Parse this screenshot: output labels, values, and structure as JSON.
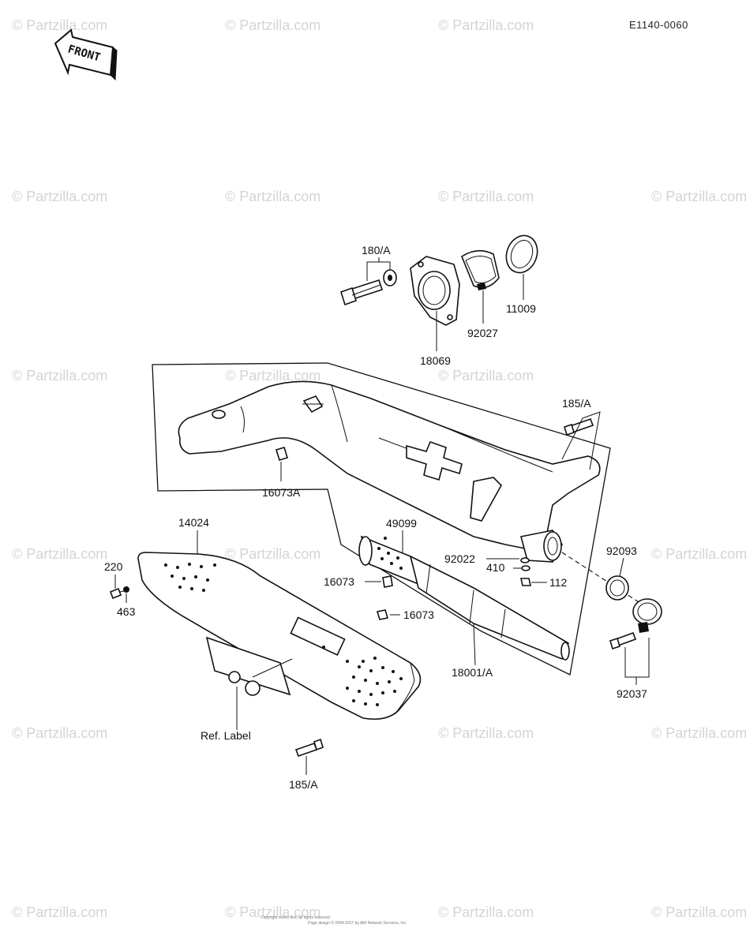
{
  "diagram": {
    "code": "E1140-0060",
    "front_label": "FRONT",
    "parts": [
      {
        "id": "p180a",
        "label": "180/A"
      },
      {
        "id": "p18069",
        "label": "18069"
      },
      {
        "id": "p92027",
        "label": "92027"
      },
      {
        "id": "p11009",
        "label": "11009"
      },
      {
        "id": "p185a_top",
        "label": "185/A"
      },
      {
        "id": "p16073a",
        "label": "16073A"
      },
      {
        "id": "p14024",
        "label": "14024"
      },
      {
        "id": "p49099",
        "label": "49099"
      },
      {
        "id": "p92022",
        "label": "92022"
      },
      {
        "id": "p410",
        "label": "410"
      },
      {
        "id": "p112",
        "label": "112"
      },
      {
        "id": "p92093",
        "label": "92093"
      },
      {
        "id": "p220",
        "label": "220"
      },
      {
        "id": "p463",
        "label": "463"
      },
      {
        "id": "p16073_a",
        "label": "16073"
      },
      {
        "id": "p16073_b",
        "label": "16073"
      },
      {
        "id": "p18001a",
        "label": "18001/A"
      },
      {
        "id": "p92037",
        "label": "92037"
      },
      {
        "id": "pref",
        "label": "Ref. Label"
      },
      {
        "id": "p185a_bottom",
        "label": "185/A"
      }
    ]
  },
  "watermark": {
    "text": "© Partzilla.com"
  },
  "footer": {
    "line1": "Copyright notice text, all rights reserved",
    "line2": "Page design © 2004-2017 by ARI Network Services, Inc."
  }
}
